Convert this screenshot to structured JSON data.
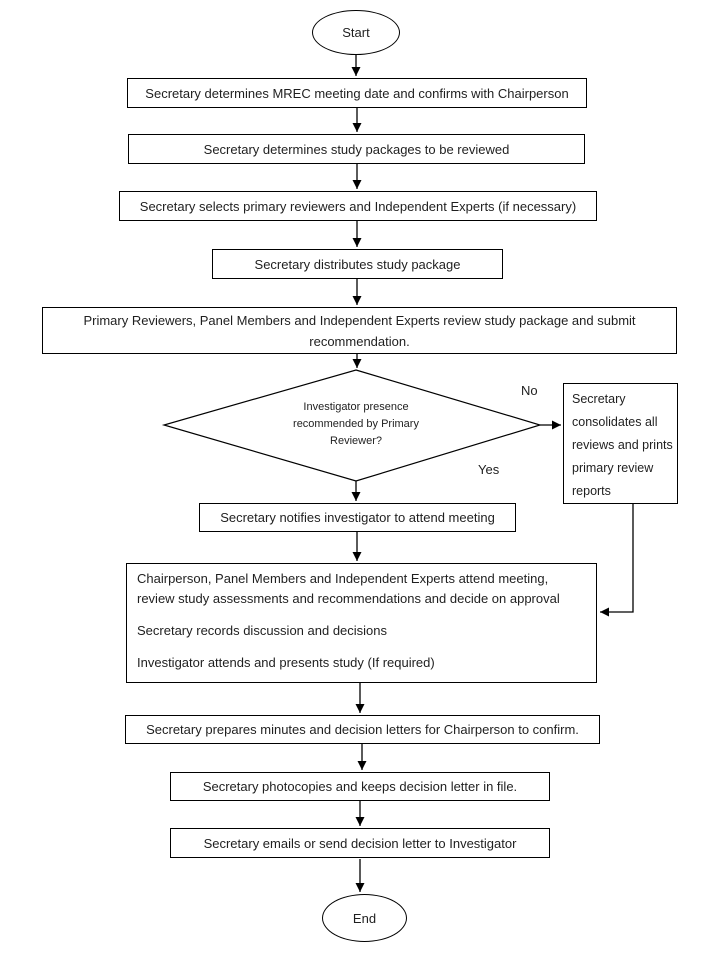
{
  "flow": {
    "start_label": "Start",
    "end_label": "End",
    "steps": {
      "s1": "Secretary determines MREC meeting date and confirms with Chairperson",
      "s2": "Secretary determines study packages to be reviewed",
      "s3": "Secretary selects primary reviewers and Independent Experts (if necessary)",
      "s4": "Secretary distributes study package",
      "s5": "Primary Reviewers, Panel Members and Independent Experts review study package and submit recommendation.",
      "s6": "Secretary notifies investigator to attend meeting",
      "s8": "Secretary prepares minutes and decision letters for Chairperson to confirm.",
      "s9": "Secretary photocopies and keeps decision letter in file.",
      "s10": "Secretary emails or send decision letter to Investigator"
    },
    "decision": {
      "question": "Investigator presence recommended by Primary Reviewer?",
      "no_label": "No",
      "yes_label": "Yes"
    },
    "no_branch": "Secretary consolidates all reviews and prints primary review reports",
    "meeting": {
      "p1": "Chairperson, Panel Members and Independent Experts attend meeting, review study assessments and recommendations and decide on approval",
      "p2": "Secretary records discussion and decisions",
      "p3": "Investigator attends and presents study (If required)"
    },
    "colors": {
      "line": "#000000",
      "background": "#ffffff",
      "text": "#1f1f1f"
    }
  }
}
